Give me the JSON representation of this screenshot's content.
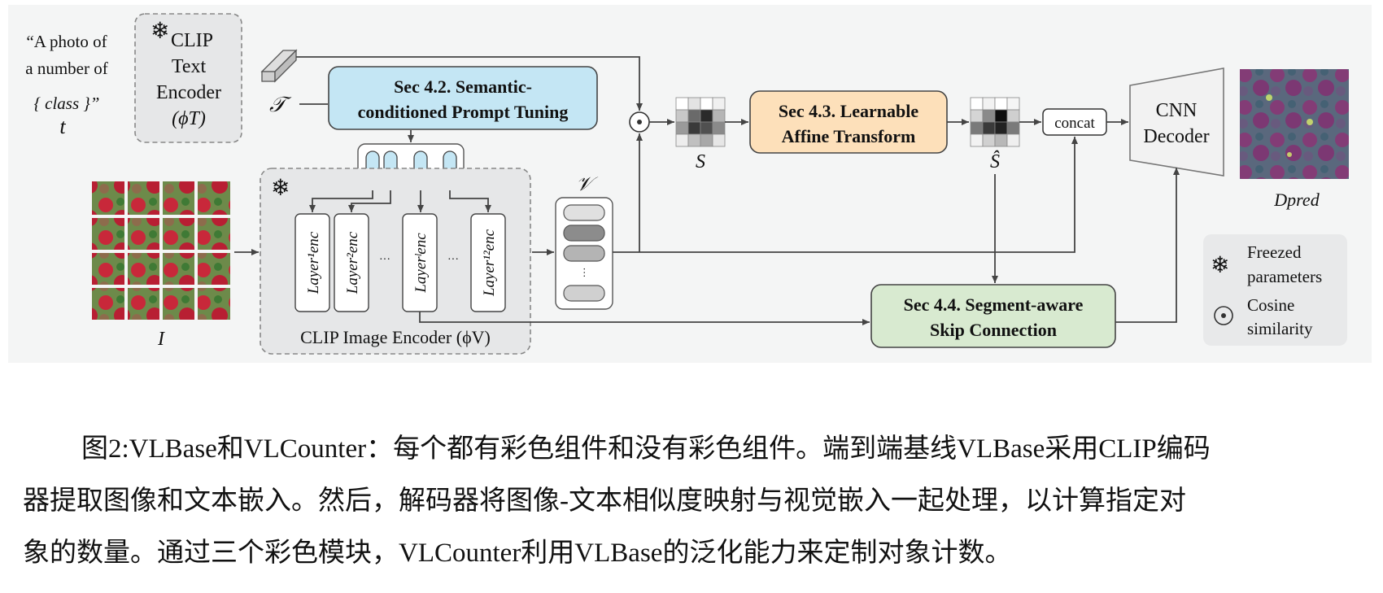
{
  "prompt": {
    "line1": "“A photo of",
    "line2": "a number of",
    "line3": "{ class }”",
    "var": "t"
  },
  "text_encoder": {
    "line1": "CLIP",
    "line2": "Text",
    "line3": "Encoder",
    "line4": "(ϕT)"
  },
  "token_label": "𝒯",
  "sec42": {
    "line1": "Sec 4.2. Semantic-",
    "line2": "conditioned Prompt Tuning"
  },
  "sec43": {
    "line1": "Sec 4.3. Learnable",
    "line2": "Affine Transform"
  },
  "sec44": {
    "line1": "Sec 4.4. Segment-aware",
    "line2": "Skip Connection"
  },
  "image_encoder": {
    "label": "CLIP  Image Encoder (ϕV)"
  },
  "layers": [
    "Layer¹enc",
    "Layer²enc",
    "Layerˡenc",
    "Layer¹²enc"
  ],
  "ellipsis": "···",
  "input_image_label": "I",
  "visual_embed_label": "𝒱",
  "sim_label": "S",
  "sim_hat_label": "Ŝ",
  "concat_label": "concat",
  "decoder": {
    "line1": "CNN",
    "line2": "Decoder"
  },
  "output_label": "Dpred",
  "legend": {
    "freeze_line1": "Freezed",
    "freeze_line2": "parameters",
    "cos_line1": "Cosine",
    "cos_line2": "similarity"
  },
  "caption": {
    "line1": "图2:VLBase和VLCounter：每个都有彩色组件和没有彩色组件。端到端基线VLBase采用CLIP编码",
    "line2": "器提取图像和文本嵌入。然后，解码器将图像-文本相似度映射与视觉嵌入一起处理，以计算指定对",
    "line3": "象的数量。通过三个彩色模块，VLCounter利用VLBase的泛化能力来定制对象计数。"
  },
  "colors": {
    "sec42": "#c4e6f4",
    "sec43": "#fde0ba",
    "sec44": "#d8ead0",
    "panel": "#f4f5f5",
    "output_tint": "#4a4ca8"
  }
}
